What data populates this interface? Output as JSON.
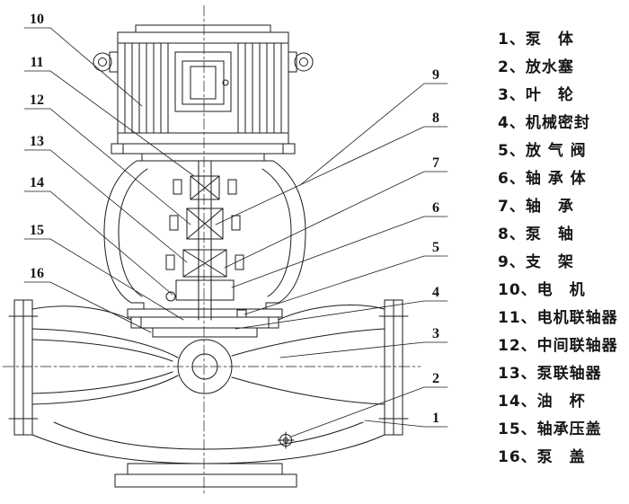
{
  "figure": {
    "kind": "technical sectional drawing",
    "subject": "vertical pipeline centrifugal pump cross-section with numbered parts"
  },
  "colors": {
    "line": "#1b1b1b",
    "background": "#ffffff"
  },
  "callouts": {
    "left": [
      "10",
      "11",
      "12",
      "13",
      "14",
      "15",
      "16"
    ],
    "right": [
      "9",
      "8",
      "7",
      "6",
      "5",
      "4",
      "3",
      "2",
      "1"
    ]
  },
  "legend": {
    "items": [
      {
        "label": "1、泵　体"
      },
      {
        "label": "2、放水塞"
      },
      {
        "label": "3、叶　轮"
      },
      {
        "label": "4、机械密封"
      },
      {
        "label": "5、放 气 阀"
      },
      {
        "label": "6、轴 承 体"
      },
      {
        "label": "7、轴　承"
      },
      {
        "label": "8、泵　轴"
      },
      {
        "label": "9、支　架"
      },
      {
        "label": "10、电　机"
      },
      {
        "label": "11、电机联轴器"
      },
      {
        "label": "12、中间联轴器"
      },
      {
        "label": "13、泵联轴器"
      },
      {
        "label": "14、油　杯"
      },
      {
        "label": "15、轴承压盖"
      },
      {
        "label": "16、泵　盖"
      }
    ]
  }
}
